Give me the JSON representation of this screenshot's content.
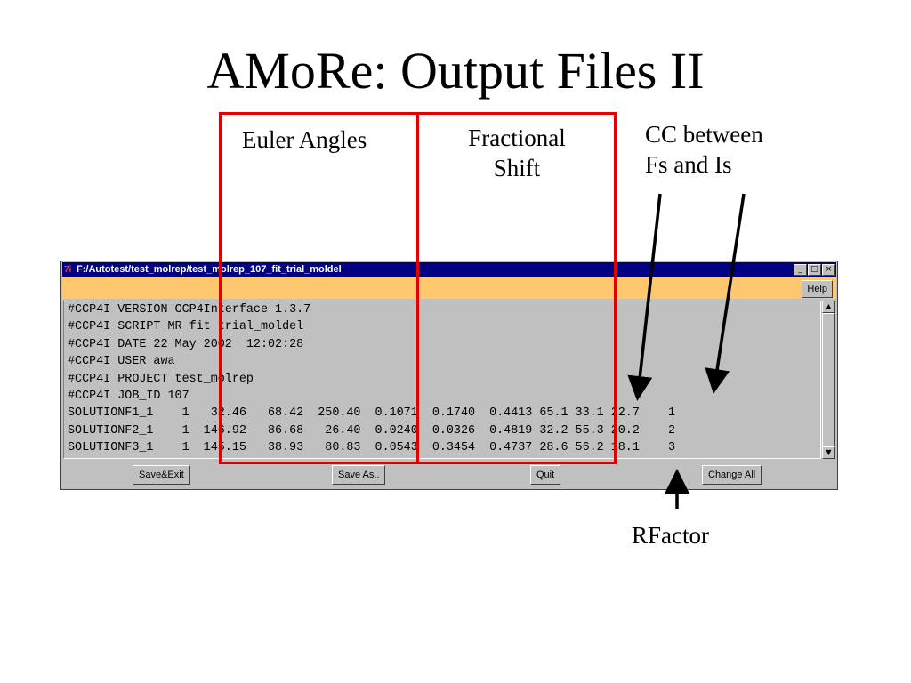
{
  "slide": {
    "title": "AMoRe: Output Files II",
    "labels": {
      "euler": "Euler Angles",
      "fractional_line1": "Fractional",
      "fractional_line2": "Shift",
      "cc_line1": "CC between",
      "cc_line2": "Fs and Is",
      "rfactor": "RFactor"
    }
  },
  "window": {
    "title": "F:/Autotest/test_molrep/test_molrep_107_fit_trial_moldel",
    "app_icon": "7i",
    "controls": {
      "minimize": "_",
      "maximize": "□",
      "close": "×"
    },
    "help_label": "Help",
    "lines": [
      "#CCP4I VERSION CCP4Interface 1.3.7",
      "#CCP4I SCRIPT MR fit trial_moldel",
      "#CCP4I DATE 22 May 2002  12:02:28",
      "#CCP4I USER awa",
      "#CCP4I PROJECT test_molrep",
      "#CCP4I JOB_ID 107",
      "SOLUTIONF1_1    1   32.46   68.42  250.40  0.1071  0.1740  0.4413 65.1 33.1 22.7    1",
      "SOLUTIONF2_1    1  146.92   86.68   26.40  0.0240  0.0326  0.4819 32.2 55.3 20.2    2",
      "SOLUTIONF3_1    1  145.15   38.93   80.83  0.0543  0.3454  0.4737 28.6 56.2 18.1    3"
    ],
    "buttons": {
      "save_exit": "Save&Exit",
      "save_as": "Save As..",
      "quit": "Quit",
      "change_all": "Change All"
    }
  },
  "colors": {
    "annotation": "#e00000",
    "titlebar": "#000080",
    "toolbar": "#ffc86e"
  }
}
